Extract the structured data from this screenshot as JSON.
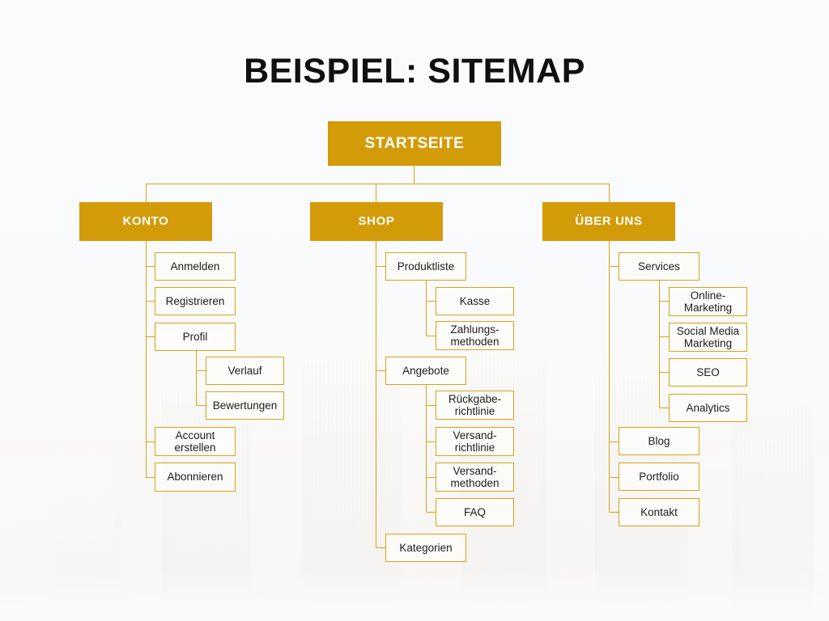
{
  "slide": {
    "title": "BEISPIEL: SITEMAP",
    "background_description": "city-skyline-photo",
    "colors": {
      "accent": "#d39b08",
      "node_border": "#d9a21a",
      "connector": "#d9a21a",
      "node_fill": "#fcfcfb",
      "title_text": "#101010",
      "level1_text": "#ffffff",
      "page_background": "#f4f8fa"
    }
  },
  "sitemap": {
    "root": {
      "label": "STARTSEITE"
    },
    "branches": [
      {
        "label": "KONTO",
        "children": [
          {
            "label": "Anmelden",
            "children": []
          },
          {
            "label": "Registrieren",
            "children": []
          },
          {
            "label": "Profil",
            "children": [
              {
                "label": "Verlauf"
              },
              {
                "label": "Bewertungen"
              }
            ]
          },
          {
            "label": "Account\nerstellen",
            "line1": "Account",
            "line2": "erstellen",
            "children": []
          },
          {
            "label": "Abonnieren",
            "children": []
          }
        ]
      },
      {
        "label": "SHOP",
        "children": [
          {
            "label": "Produktliste",
            "children": [
              {
                "label": "Kasse"
              },
              {
                "label": "Zahlungs-\nmethoden",
                "line1": "Zahlungs-",
                "line2": "methoden"
              }
            ]
          },
          {
            "label": "Angebote",
            "children": [
              {
                "label": "Rückgabe-\nrichtlinie",
                "line1": "Rückgabe-",
                "line2": "richtlinie"
              },
              {
                "label": "Versand-\nrichtlinie",
                "line1": "Versand-",
                "line2": "richtlinie"
              },
              {
                "label": "Versand-\nmethoden",
                "line1": "Versand-",
                "line2": "methoden"
              },
              {
                "label": "FAQ"
              }
            ]
          },
          {
            "label": "Kategorien",
            "children": []
          }
        ]
      },
      {
        "label": "ÜBER UNS",
        "children": [
          {
            "label": "Services",
            "children": [
              {
                "label": "Online-\nMarketing",
                "line1": "Online-",
                "line2": "Marketing"
              },
              {
                "label": "Social Media\nMarketing",
                "line1": "Social Media",
                "line2": "Marketing"
              },
              {
                "label": "SEO"
              },
              {
                "label": "Analytics"
              }
            ]
          },
          {
            "label": "Blog",
            "children": []
          },
          {
            "label": "Portfolio",
            "children": []
          },
          {
            "label": "Kontakt",
            "children": []
          }
        ]
      }
    ]
  }
}
